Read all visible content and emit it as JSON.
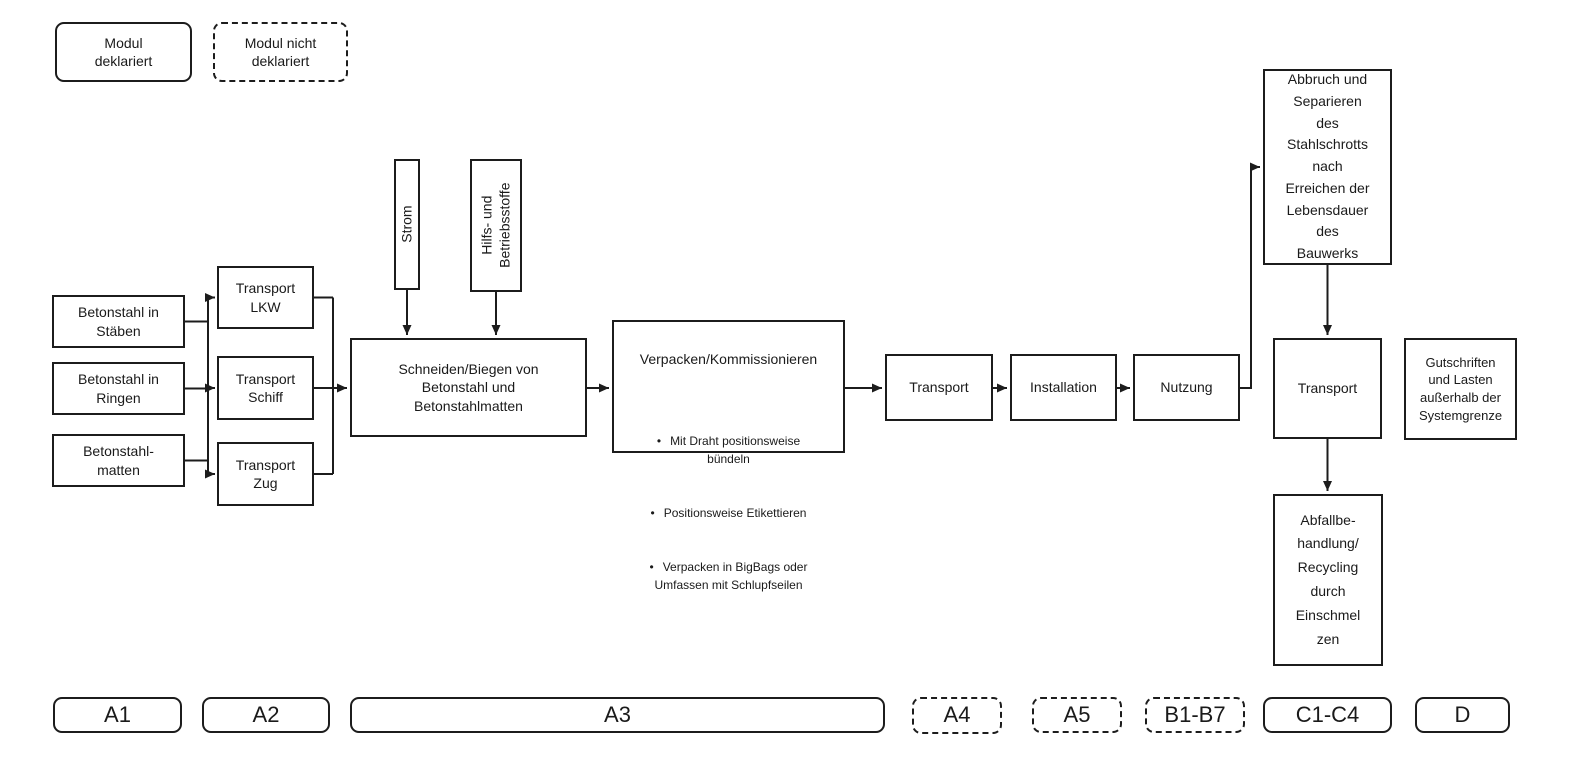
{
  "legend": {
    "declared": "Modul\ndeklariert",
    "not_declared": "Modul nicht\ndeklariert"
  },
  "nodes": {
    "input_staebe": "Betonstahl in\nStäben",
    "input_ringe": "Betonstahl in\nRingen",
    "input_matten": "Betonstahl-\nmatten",
    "transport_lkw": "Transport\nLKW",
    "transport_schiff": "Transport\nSchiff",
    "transport_zug": "Transport\nZug",
    "strom": "Strom",
    "hilfsstoffe": "Hilfs- und\nBetriebsstoffe",
    "schneiden": "Schneiden/Biegen von\nBetonstahl und\nBetonstahlmatten",
    "verpacken_title": "Verpacken/Kommissionieren",
    "verpacken_bullet": "•",
    "verpacken_items": [
      "Mit Draht positionsweise\nbündeln",
      "Positionsweise Etikettieren",
      "Verpacken in BigBags oder\nUmfassen mit Schlupfseilen"
    ],
    "transport_dist": "Transport",
    "installation": "Installation",
    "nutzung": "Nutzung",
    "abbruch": "Abbruch und\nSeparieren\ndes\nStahlschrotts\nnach\nErreichen der\nLebensdauer\ndes\nBauwerks",
    "transport_eol": "Transport",
    "gutschriften": "Gutschriften\nund Lasten\naußerhalb der\nSystemgrenze",
    "abfall": "Abfallbe-\nhandlung/\nRecycling\ndurch\nEinschmel\nzen"
  },
  "modules": [
    {
      "label": "A1",
      "declared": true
    },
    {
      "label": "A2",
      "declared": true
    },
    {
      "label": "A3",
      "declared": true
    },
    {
      "label": "A4",
      "declared": false
    },
    {
      "label": "A5",
      "declared": false
    },
    {
      "label": "B1-B7",
      "declared": false
    },
    {
      "label": "C1-C4",
      "declared": true
    },
    {
      "label": "D",
      "declared": true
    }
  ],
  "colors": {
    "line": "#1c1c1c",
    "text": "#1a1a1a",
    "background": "#ffffff"
  }
}
